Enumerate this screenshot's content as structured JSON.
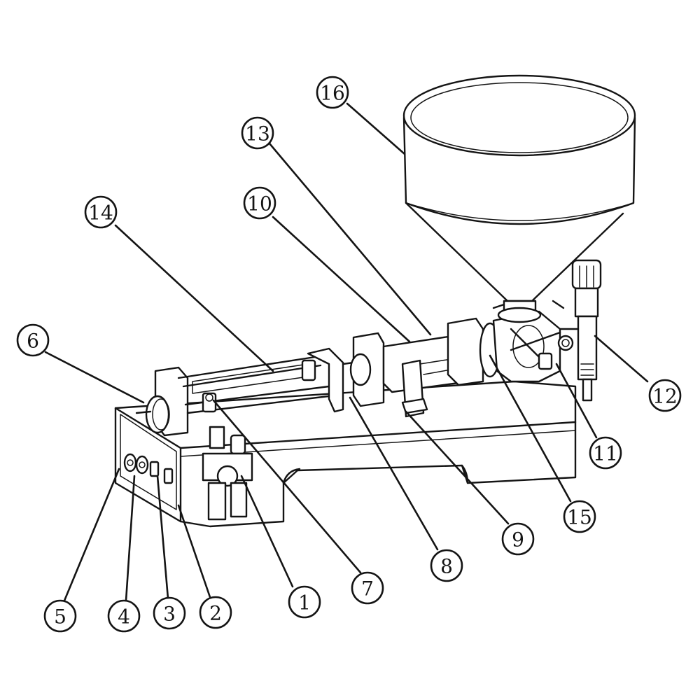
{
  "callouts": [
    {
      "label": "1"
    },
    {
      "label": "2"
    },
    {
      "label": "3"
    },
    {
      "label": "4"
    },
    {
      "label": "5"
    },
    {
      "label": "6"
    },
    {
      "label": "7"
    },
    {
      "label": "8"
    },
    {
      "label": "9"
    },
    {
      "label": "10"
    },
    {
      "label": "11"
    },
    {
      "label": "12"
    },
    {
      "label": "13"
    },
    {
      "label": "14"
    },
    {
      "label": "15"
    },
    {
      "label": "16"
    }
  ],
  "colors": {
    "line": "#141414",
    "background": "#ffffff"
  }
}
